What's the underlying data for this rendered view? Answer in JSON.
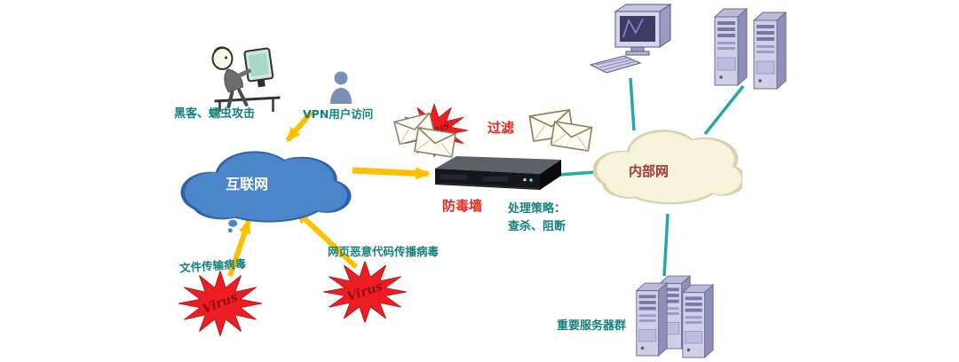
{
  "diagram": {
    "labels": {
      "hacker_attack": "黑客、蠕虫攻击",
      "vpn_access": "VPN用户访问",
      "internet": "互联网",
      "virus": "Virus",
      "file_virus": "文件传输病毒",
      "web_virus": "网页恶意代码传播病毒",
      "filter": "过滤",
      "firewall": "防毒墙",
      "policy_line1": "处理策略：",
      "policy_line2": "查杀、阻断",
      "intranet": "内部网",
      "server_group": "重要服务器群"
    },
    "icons": {
      "hacker": "hacker-at-computer-icon",
      "vpn_user": "user-silhouette-icon",
      "internet_cloud": "cloud-icon",
      "virus_burst": "virus-starburst-icon",
      "mail": "envelope-icon",
      "firewall_device": "firewall-appliance-icon",
      "intranet_cloud": "cloud-icon",
      "desktop": "desktop-computer-icon",
      "server_tower": "server-tower-icon"
    },
    "colors": {
      "internet_cloud": "#4a86c8",
      "internet_cloud_dark": "#2f62a8",
      "intranet_cloud": "#f7f2da",
      "intranet_cloud_edge": "#d9d2ae",
      "arrow": "#ffc000",
      "line": "#2aa7a7",
      "virus_fill": "#ee1c23",
      "virus_text": "#8a1111",
      "label_teal": "#12807c",
      "label_red": "#e8251d",
      "intranet_text": "#a3392f",
      "internet_text": "#ffffff"
    }
  }
}
